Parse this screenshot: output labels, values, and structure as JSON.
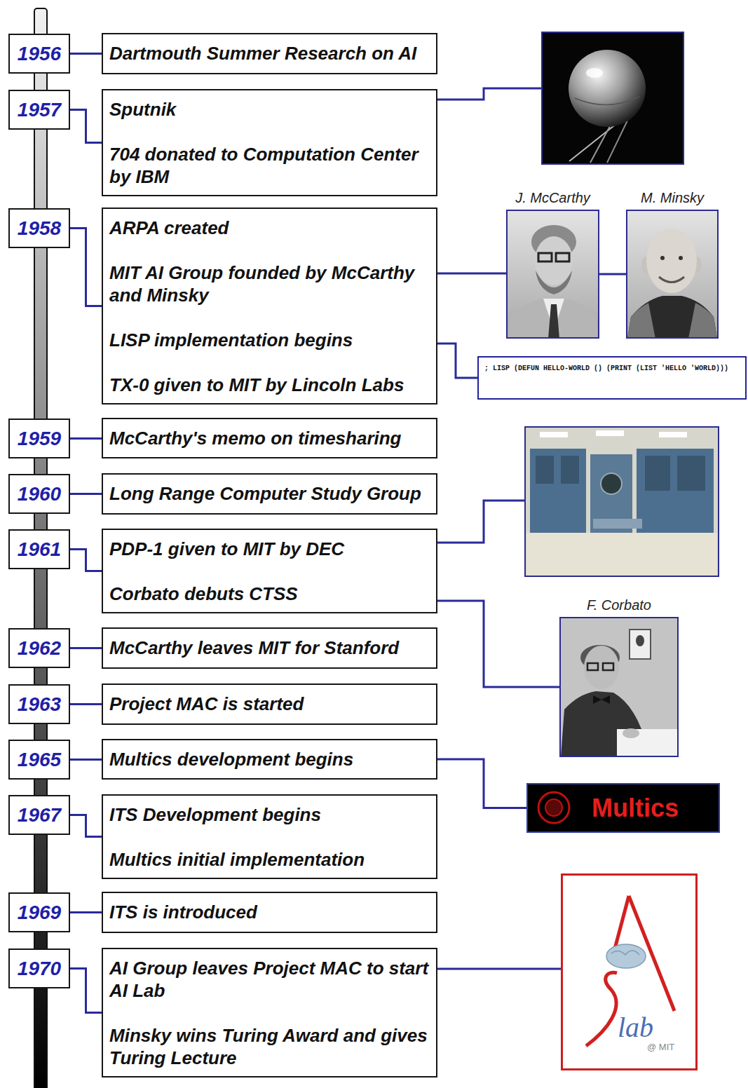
{
  "diagram": {
    "nodes": [
      {
        "text": [
          "1956"
        ]
      },
      {
        "text": [
          "Dartmouth Summer Research on AI"
        ]
      },
      {
        "text": [
          "1957"
        ]
      },
      {
        "text": [
          "Sputnik",
          "704 donated to Computation Center by IBM"
        ]
      },
      {
        "text": [
          "1958"
        ]
      },
      {
        "text": [
          "ARPA created",
          "MIT AI Group founded by McCarthy and Minsky",
          "LISP implementation begins",
          "TX-0 given to MIT by Lincoln Labs"
        ]
      },
      {
        "text": [
          "J. McCarthy"
        ]
      },
      {
        "text": [
          "M. Minsky"
        ]
      },
      {
        "text": [
          "; LISP (DEFUN HELLO-WORLD () (PRINT (LIST 'HELLO 'WORLD)))"
        ]
      },
      {
        "text": [
          "1959"
        ]
      },
      {
        "text": [
          "McCarthy's memo on timesharing"
        ]
      },
      {
        "text": [
          "1960"
        ]
      },
      {
        "text": [
          "Long Range Computer Study Group"
        ]
      },
      {
        "text": [
          "1961"
        ]
      },
      {
        "text": [
          "PDP-1 given to MIT by DEC",
          "Corbato debuts CTSS"
        ]
      },
      {
        "text": [
          "F. Corbato"
        ]
      },
      {
        "text": [
          "1962"
        ]
      },
      {
        "text": [
          "McCarthy leaves MIT for Stanford"
        ]
      },
      {
        "text": [
          "1963"
        ]
      },
      {
        "text": [
          "Project MAC is started"
        ]
      },
      {
        "text": [
          "1965"
        ]
      },
      {
        "text": [
          "Multics development begins"
        ]
      },
      {
        "text": [
          "Multics"
        ]
      },
      {
        "text": [
          "1967"
        ]
      },
      {
        "text": [
          "ITS Development begins",
          "Multics initial implementation"
        ]
      },
      {
        "text": [
          "1969"
        ]
      },
      {
        "text": [
          "ITS is introduced"
        ]
      },
      {
        "text": [
          "1970"
        ]
      },
      {
        "text": [
          "AI Group leaves Project MAC to start AI Lab",
          "Minsky wins Turing Award and gives Turing Lecture"
        ]
      },
      {
        "text": [
          "lab",
          "@ MIT"
        ]
      }
    ],
    "edges": [
      {
        "from": 0,
        "to": 1,
        "arrow": "none"
      },
      {
        "from": 2,
        "to": 3,
        "arrow": "none"
      },
      {
        "from": 4,
        "to": 5,
        "arrow": "none"
      },
      {
        "from": 5,
        "to": 6,
        "arrow": "none"
      },
      {
        "from": 6,
        "to": 7,
        "arrow": "none"
      },
      {
        "from": 5,
        "to": 8,
        "arrow": "none"
      },
      {
        "from": 9,
        "to": 10,
        "arrow": "none"
      },
      {
        "from": 11,
        "to": 12,
        "arrow": "none"
      },
      {
        "from": 13,
        "to": 14,
        "arrow": "none"
      },
      {
        "from": 14,
        "to": 15,
        "arrow": "none"
      },
      {
        "from": 16,
        "to": 17,
        "arrow": "none"
      },
      {
        "from": 18,
        "to": 19,
        "arrow": "none"
      },
      {
        "from": 20,
        "to": 21,
        "arrow": "none"
      },
      {
        "from": 21,
        "to": 22,
        "arrow": "none"
      },
      {
        "from": 23,
        "to": 24,
        "arrow": "none"
      },
      {
        "from": 25,
        "to": 26,
        "arrow": "none"
      },
      {
        "from": 27,
        "to": 28,
        "arrow": "none"
      },
      {
        "from": 28,
        "to": 29,
        "arrow": "none"
      }
    ]
  }
}
